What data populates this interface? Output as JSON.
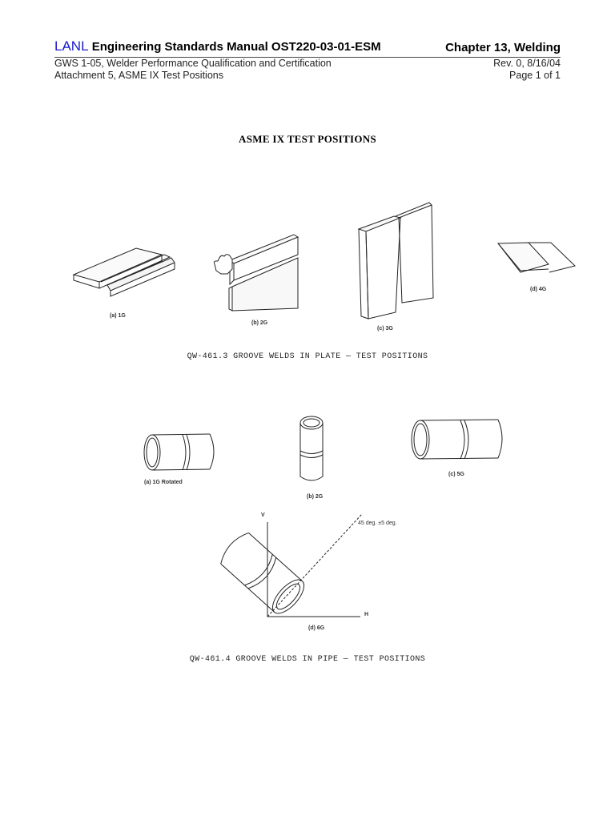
{
  "header": {
    "org": "LANL",
    "manual": "Engineering Standards Manual OST220-03-01-ESM",
    "chapter": "Chapter 13, Welding",
    "line2_left": "GWS 1-05, Welder Performance Qualification and Certification",
    "line2_right": "Rev. 0, 8/16/04",
    "line3_left": "Attachment 5, ASME IX Test Positions",
    "line3_right": "Page 1 of 1"
  },
  "title": "ASME IX TEST POSITIONS",
  "plate": {
    "labels": [
      "(a) 1G",
      "(b) 2G",
      "(c) 3G",
      "(d) 4G"
    ],
    "caption": "QW-461.3  GROOVE WELDS IN PLATE — TEST POSITIONS"
  },
  "pipe": {
    "labels": [
      "(a) 1G Rotated",
      "(b) 2G",
      "(c) 5G",
      "(d) 6G"
    ],
    "axis_v": "V",
    "axis_h": "H",
    "angle_note": "45 deg. ±5 deg.",
    "caption": "QW-461.4  GROOVE WELDS IN PIPE — TEST POSITIONS"
  },
  "cursor": "hand-cursor"
}
